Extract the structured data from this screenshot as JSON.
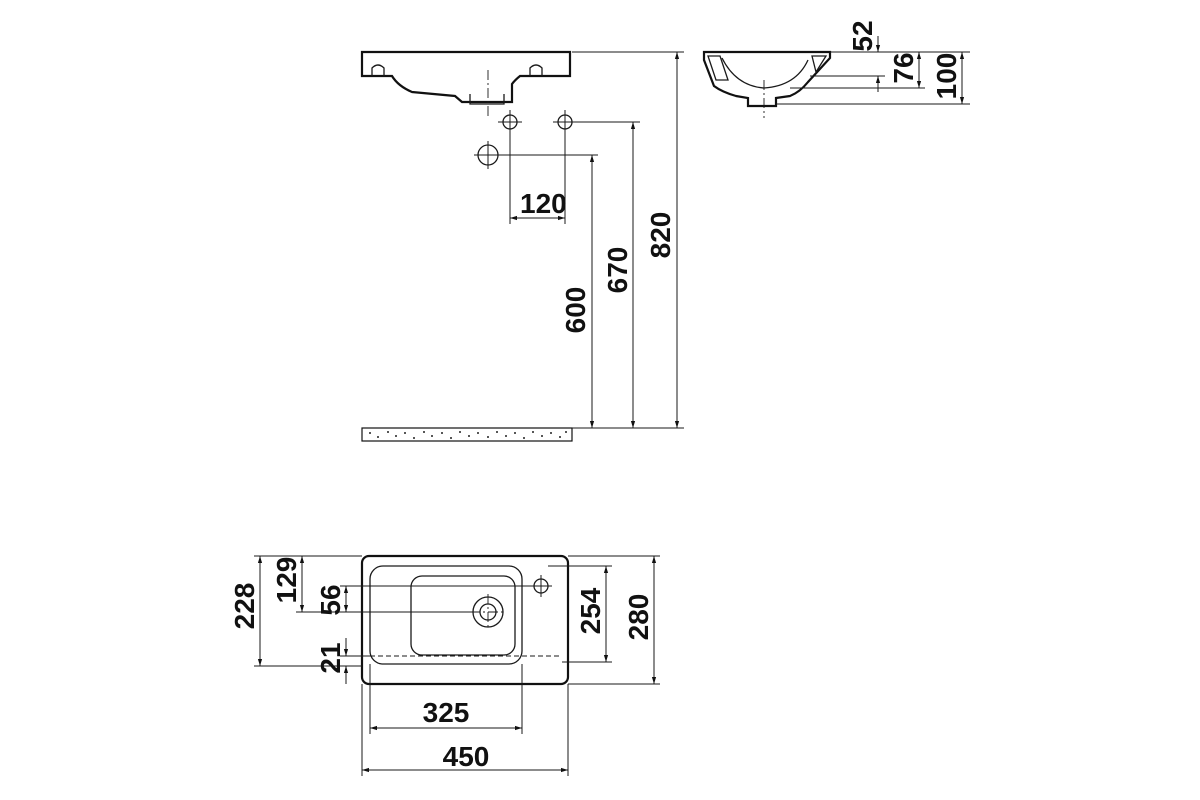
{
  "dimensions": {
    "section_top": {
      "d52": "52",
      "d76": "76",
      "d100": "100"
    },
    "front_elevation": {
      "d120": "120",
      "d600": "600",
      "d670": "670",
      "d820": "820"
    },
    "plan_view": {
      "d129": "129",
      "d56": "56",
      "d228": "228",
      "d21": "21",
      "d254": "254",
      "d280": "280",
      "d325": "325",
      "d450": "450"
    }
  },
  "colors": {
    "line": "#1a1a1a",
    "background": "#ffffff"
  }
}
